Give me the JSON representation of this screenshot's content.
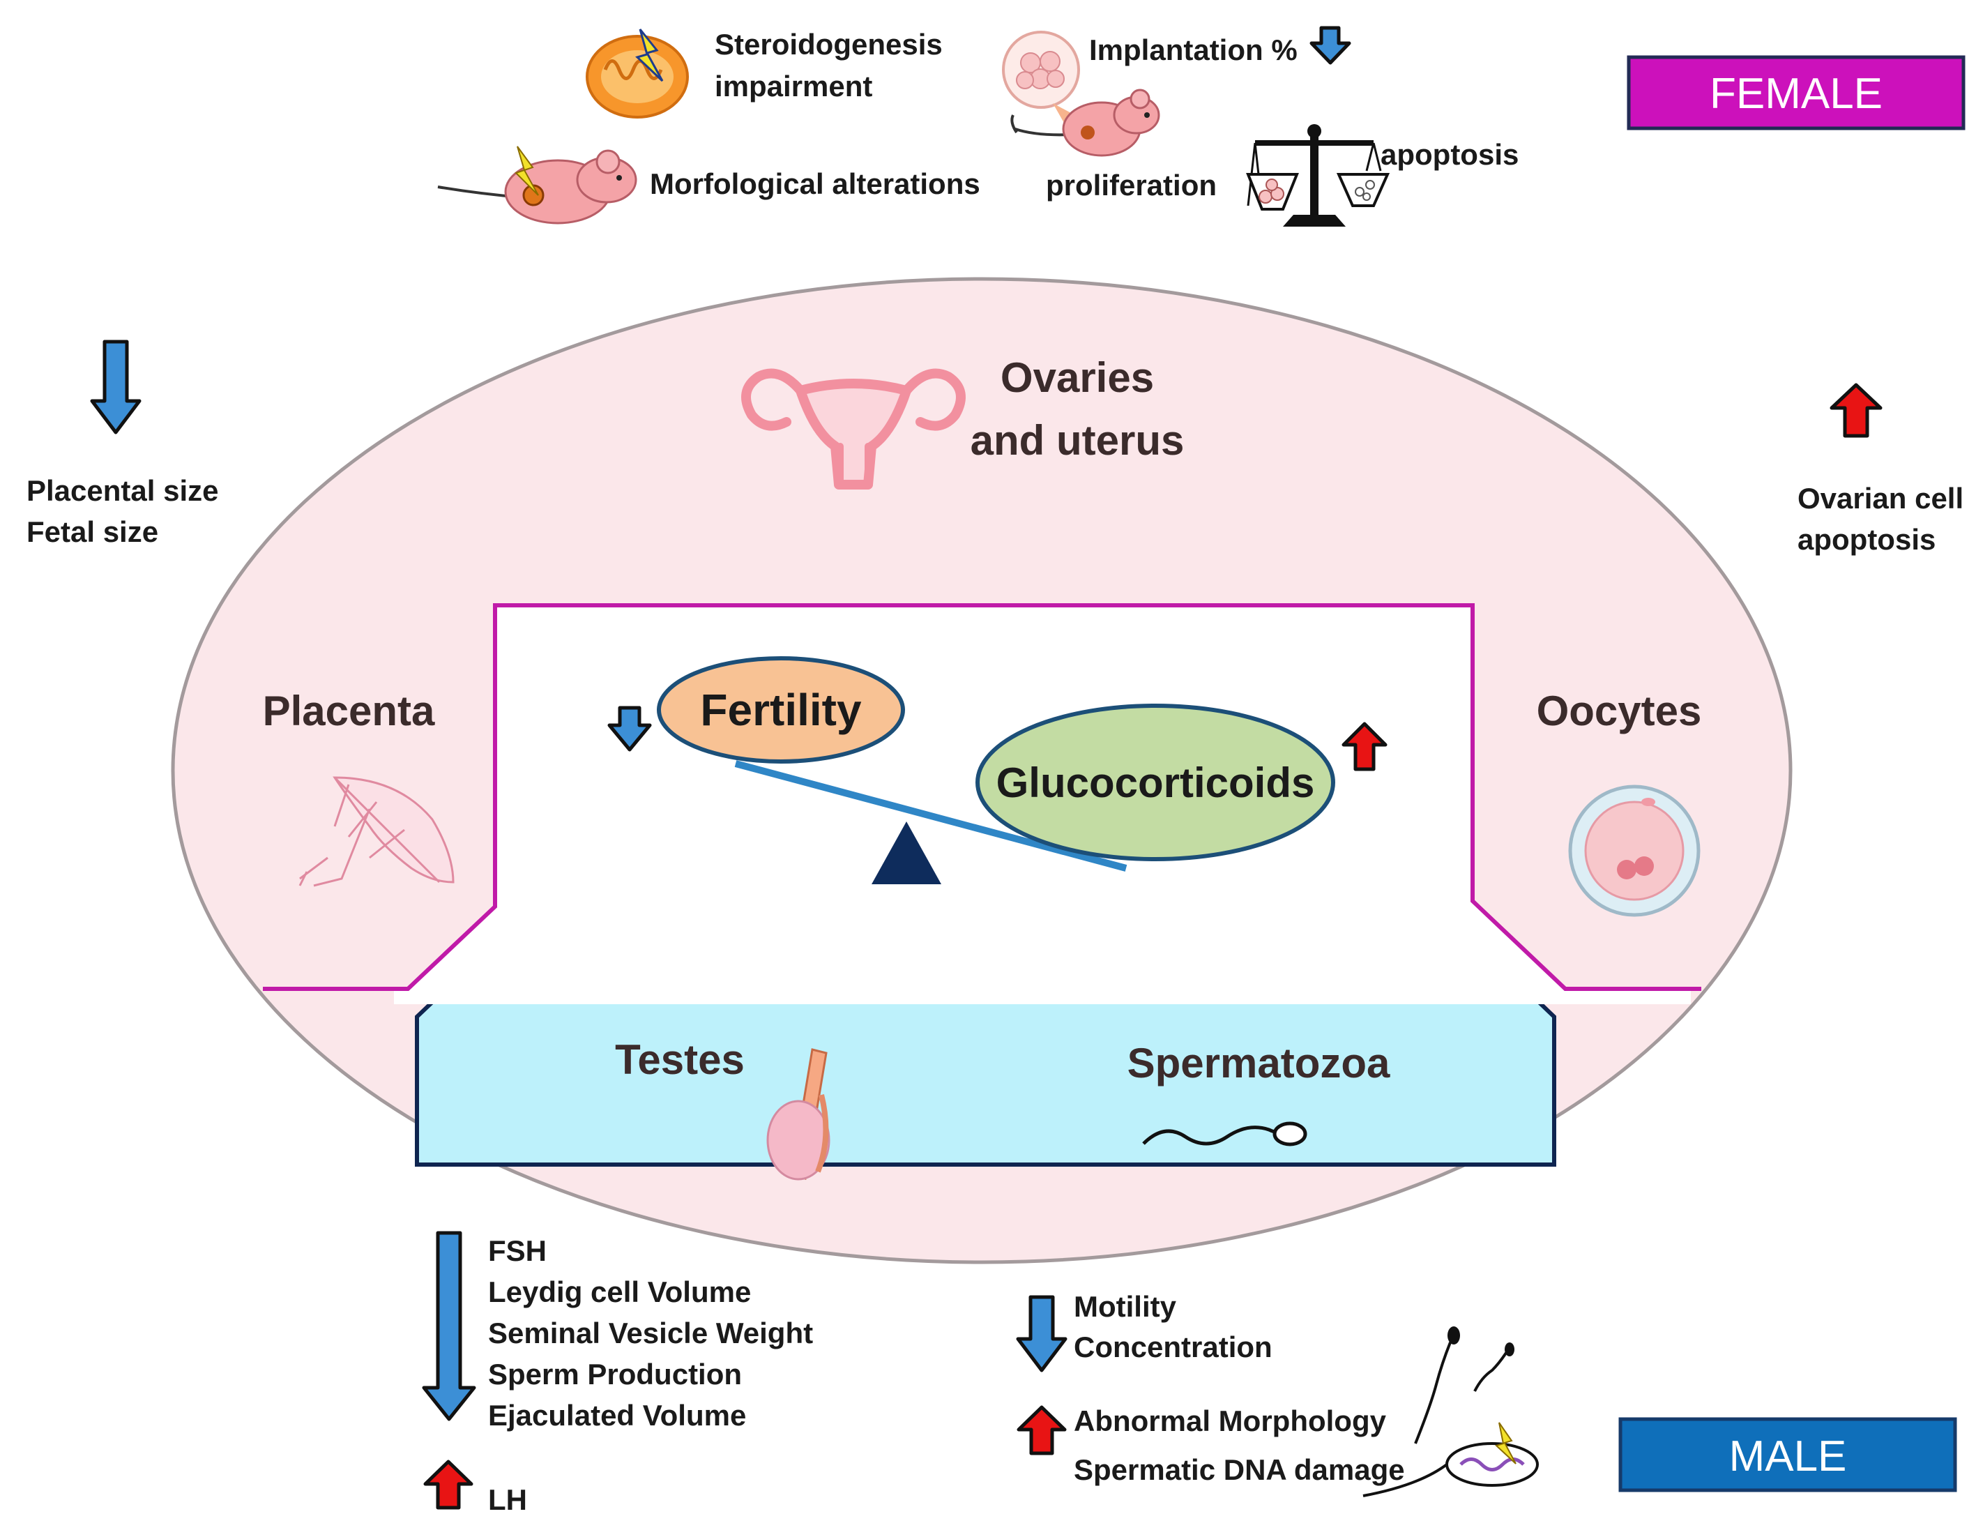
{
  "badges": {
    "female": "FEMALE",
    "male": "MALE"
  },
  "colors": {
    "female_badge": "#cc11bb",
    "male_badge": "#0f6fba",
    "ellipse_fill": "#fbe7ea",
    "testes_zone": "#bdf1fb",
    "fertility_fill": "#f8c294",
    "glucocorticoids_fill": "#c3dca3",
    "down_arrow": "#3c8fd6",
    "up_arrow": "#e81414",
    "magenta_line": "#c01aa8"
  },
  "female_effects": {
    "steroidogenesis": [
      "Steroidogenesis",
      "impairment"
    ],
    "morphological": "Morfological alterations",
    "implantation": "Implantation %",
    "proliferation": "proliferation",
    "apoptosis": "apoptosis"
  },
  "left_effects": [
    "Placental size",
    "Fetal size"
  ],
  "right_effects": [
    "Ovarian cell",
    "apoptosis"
  ],
  "regions": {
    "ovaries": [
      "Ovaries",
      "and uterus"
    ],
    "placenta": "Placenta",
    "oocytes": "Oocytes",
    "testes": "Testes",
    "spermatozoa": "Spermatozoa"
  },
  "balance": {
    "fertility": "Fertility",
    "glucocorticoids": "Glucocorticoids"
  },
  "male_effects": {
    "testes_decrease": [
      "FSH",
      "Leydig cell Volume",
      "Seminal Vesicle Weight",
      "Sperm Production",
      "Ejaculated Volume"
    ],
    "testes_increase": "LH",
    "sperm_decrease": [
      "Motility",
      "Concentration"
    ],
    "sperm_increase": [
      "Abnormal Morphology",
      "Spermatic DNA damage"
    ]
  }
}
